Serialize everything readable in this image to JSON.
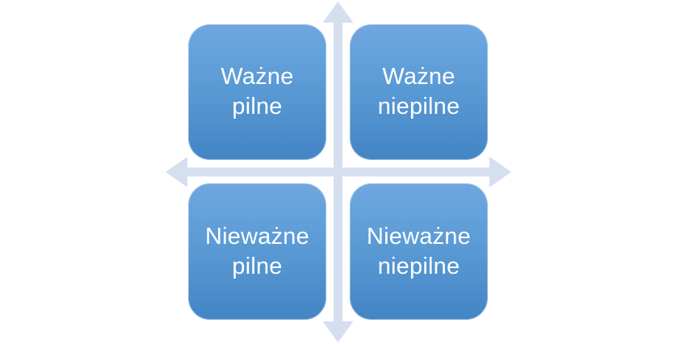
{
  "diagram": {
    "type": "quadrant-matrix",
    "background_color": "#ffffff",
    "arrow_color": "#d5dfef",
    "box_gradient_top": "#6fa7e0",
    "box_gradient_bottom": "#4284c5",
    "text_color": "#ffffff",
    "quadrants": [
      {
        "position": "top-left",
        "line1": "Ważne",
        "line2": "pilne"
      },
      {
        "position": "top-right",
        "line1": "Ważne",
        "line2": "niepilne"
      },
      {
        "position": "bottom-left",
        "line1": "Nieważne",
        "line2": "pilne"
      },
      {
        "position": "bottom-right",
        "line1": "Nieważne",
        "line2": "niepilne"
      }
    ],
    "axes": {
      "vertical": "double-headed vertical arrow",
      "horizontal": "double-headed horizontal arrow"
    }
  }
}
